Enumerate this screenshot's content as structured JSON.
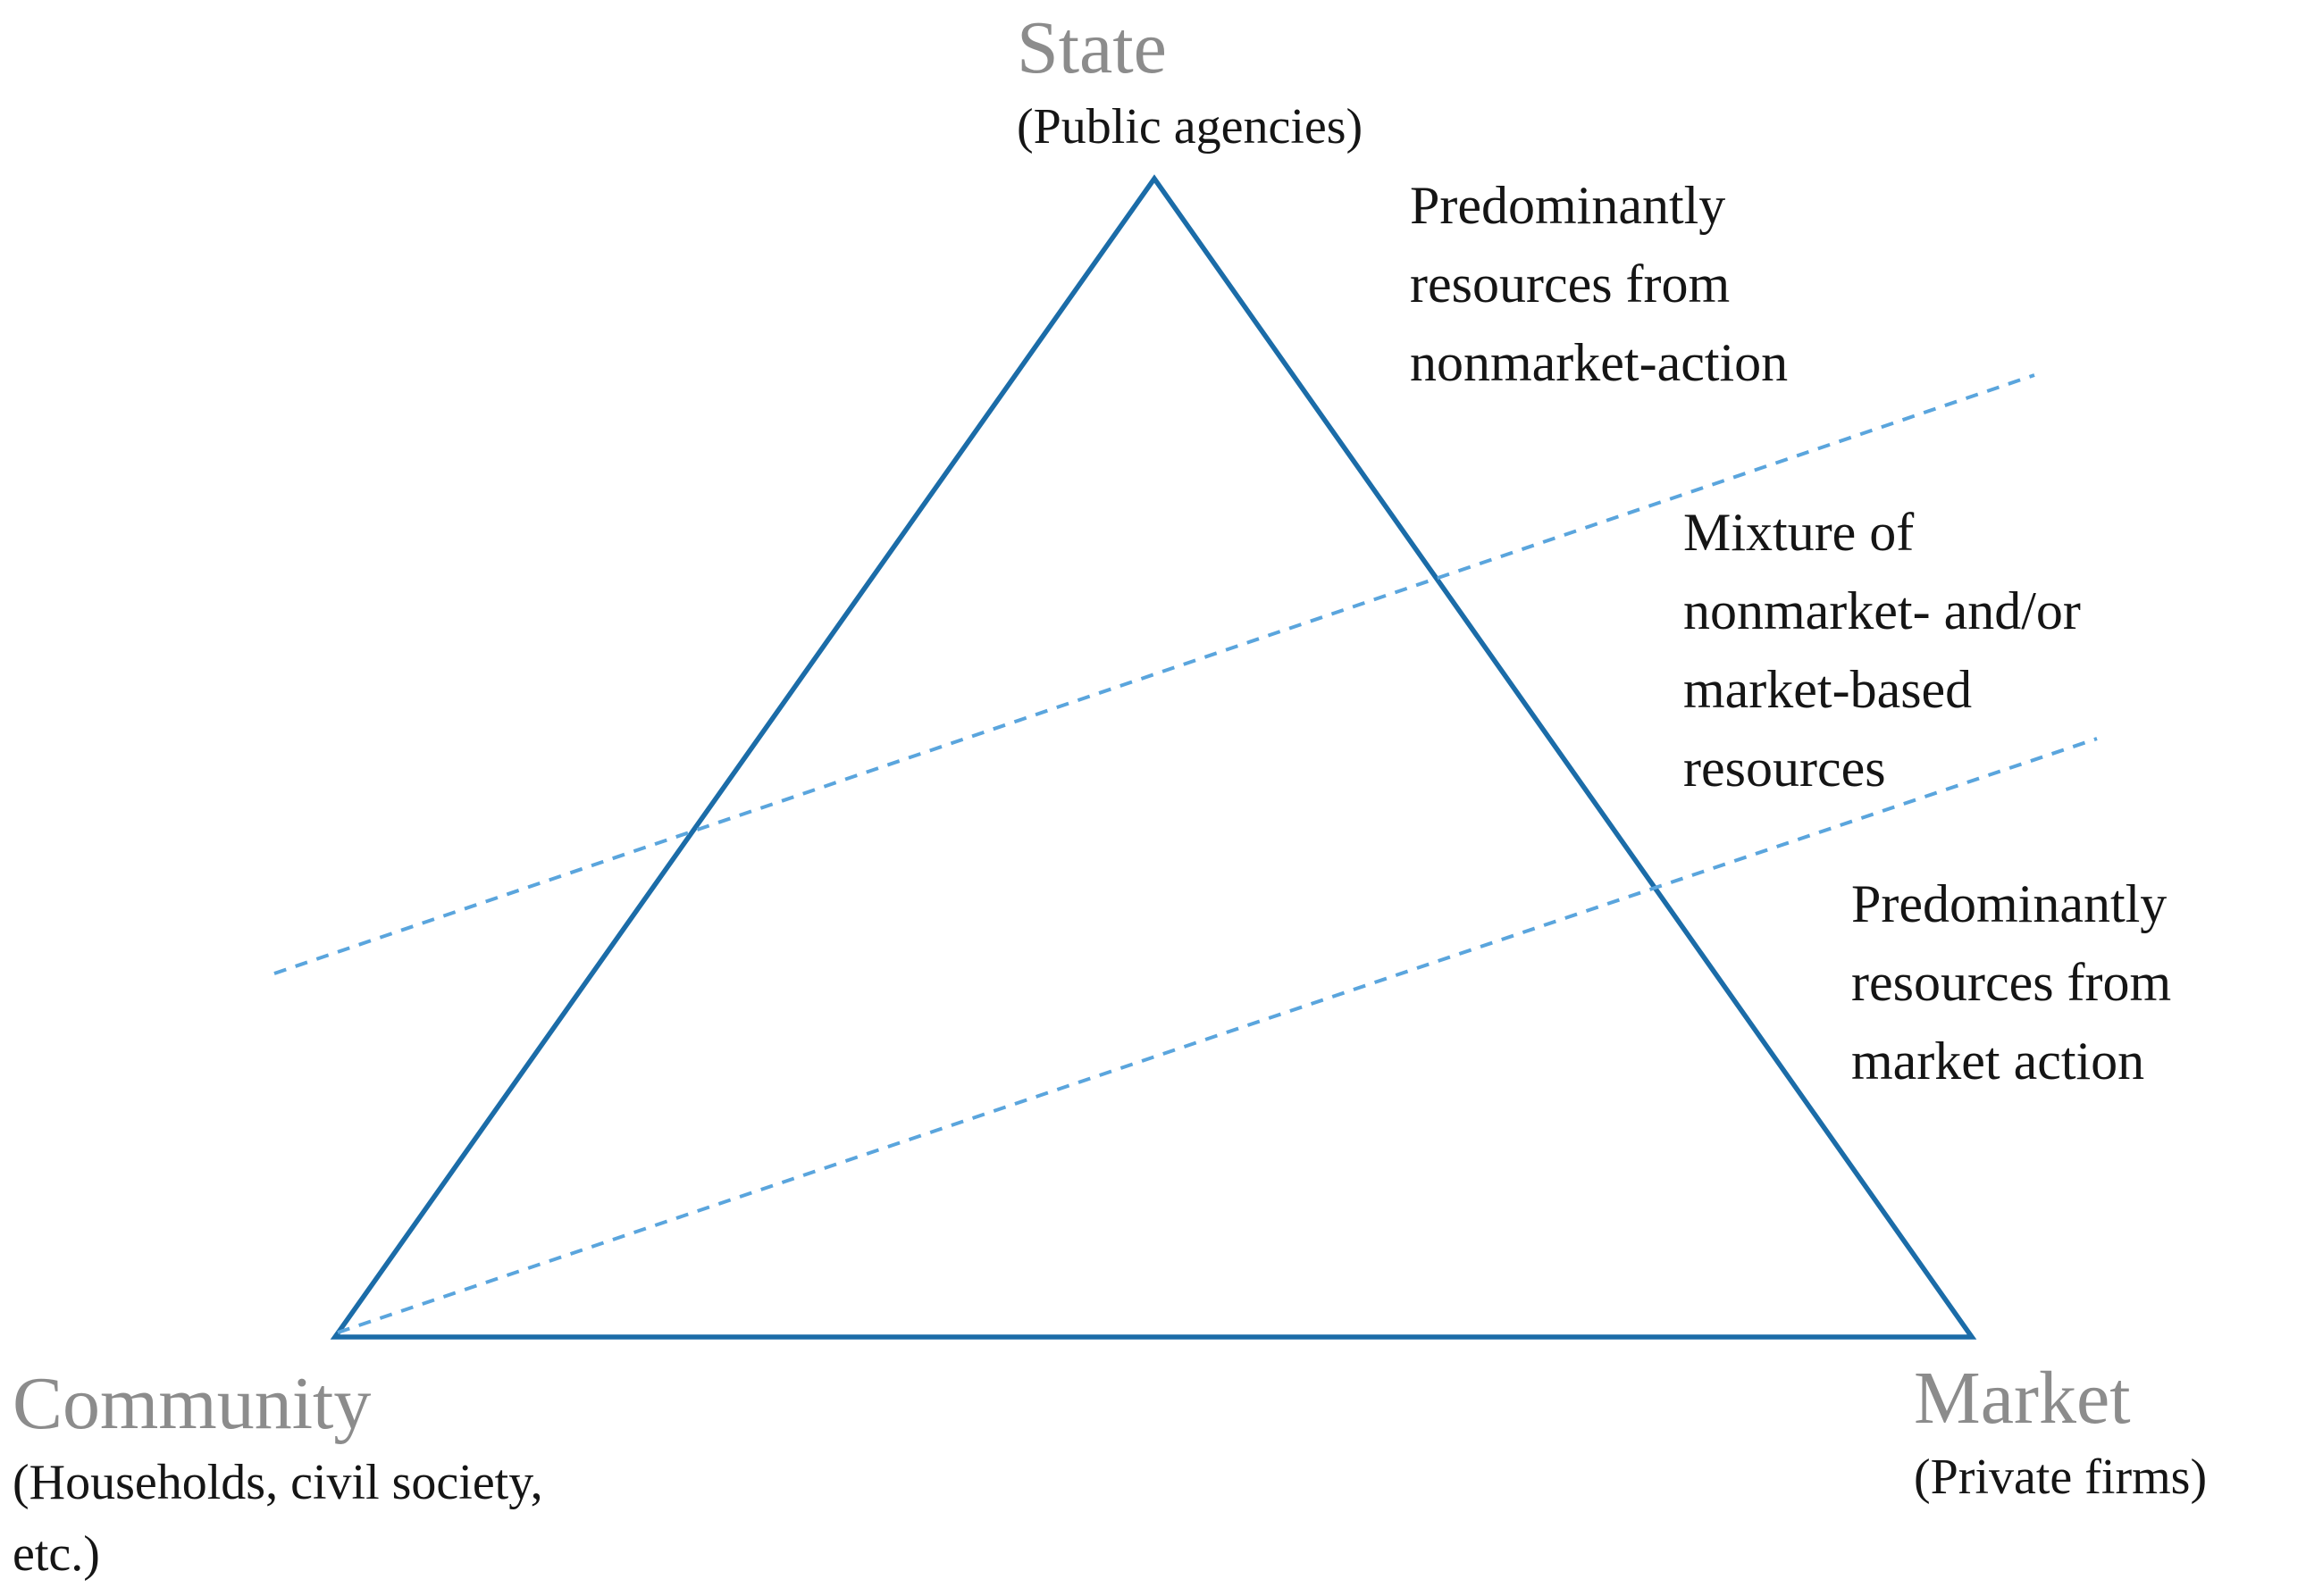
{
  "diagram": {
    "background": "#ffffff",
    "colors": {
      "triangle_stroke": "#1b6ca8",
      "divider_stroke": "#5aa5dd",
      "vertex_title_text": "#8c8c8c",
      "body_text": "#151515"
    },
    "vertices": {
      "state": {
        "title": "State",
        "subtitle": "(Public agencies)"
      },
      "community": {
        "title": "Community",
        "subtitle_lines": [
          "(Households, civil society,",
          "etc.)"
        ]
      },
      "market": {
        "title": "Market",
        "subtitle": "(Private firms)"
      }
    },
    "zones": [
      {
        "name": "nonmarket-zone",
        "lines": [
          "Predominantly",
          "resources from",
          "nonmarket-action"
        ]
      },
      {
        "name": "mixed-zone",
        "lines": [
          "Mixture of",
          "nonmarket- and/or",
          "market-based",
          "resources"
        ]
      },
      {
        "name": "market-zone",
        "lines": [
          "Predominantly",
          "resources from",
          "market action"
        ]
      }
    ]
  }
}
